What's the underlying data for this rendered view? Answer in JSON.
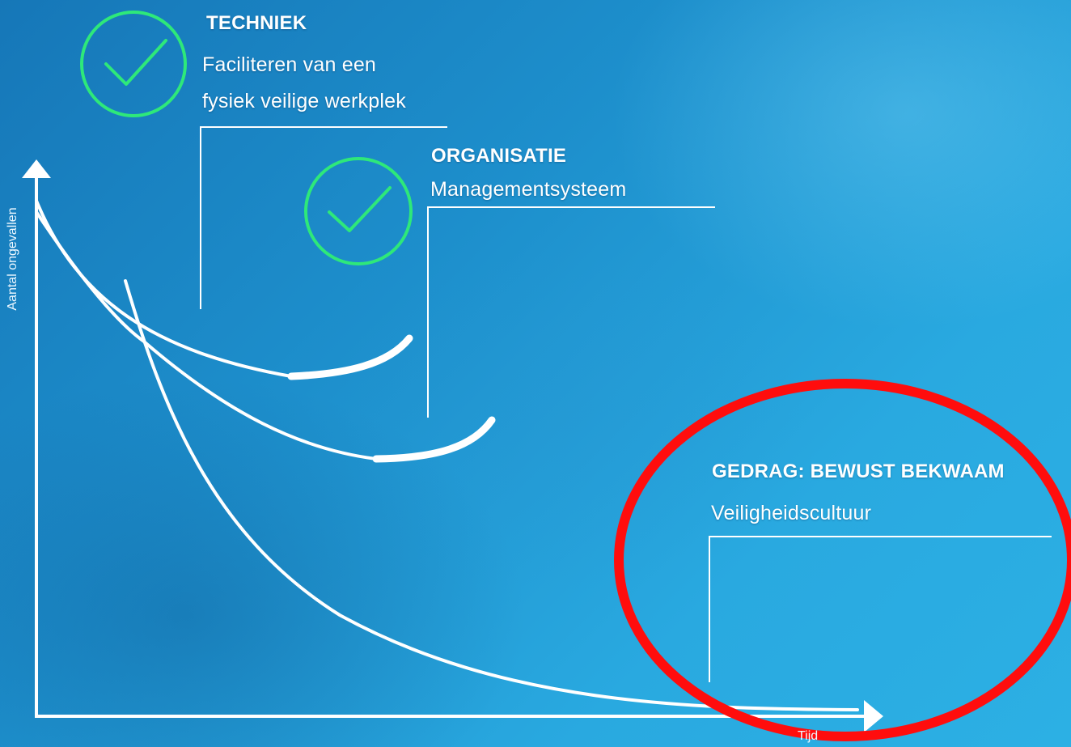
{
  "axes": {
    "y_label": "Aantal ongevallen",
    "x_label": "Tijd"
  },
  "stages": [
    {
      "heading": "TECHNIEK",
      "description_lines": [
        "Faciliteren van een",
        "fysiek veilige werkplek"
      ],
      "checked": true
    },
    {
      "heading": "ORGANISATIE",
      "description_lines": [
        "Managementsysteem"
      ],
      "checked": true
    },
    {
      "heading": "GEDRAG: BEWUST BEKWAAM",
      "description_lines": [
        "Veiligheidscultuur"
      ],
      "checked": false,
      "highlighted": true
    }
  ],
  "colors": {
    "check_green": "#2ee87a",
    "highlight_red": "#ff0d0d",
    "line_white": "#ffffff",
    "background_blue": "#1e92cf"
  },
  "icons": [
    "checkmark-circle-icon",
    "arrow-up-icon",
    "arrow-right-icon"
  ]
}
